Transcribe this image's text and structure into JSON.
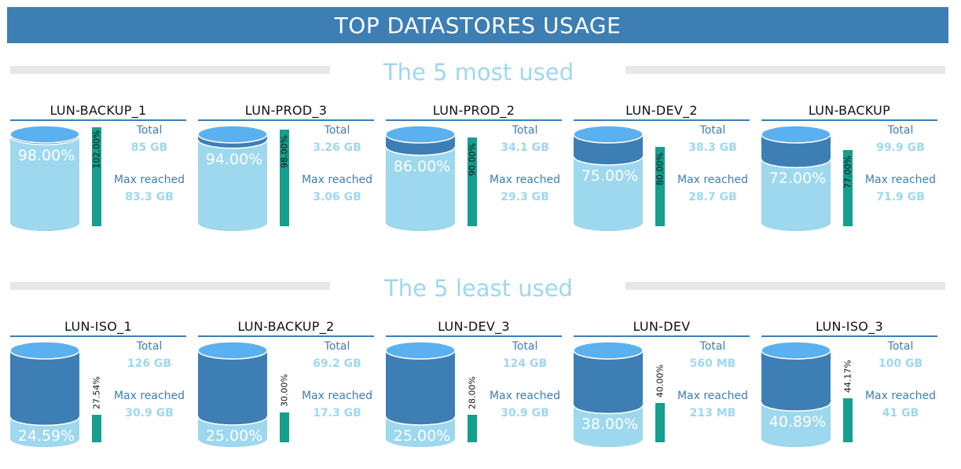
{
  "header": {
    "title": "TOP DATASTORES USAGE"
  },
  "sections": {
    "most": {
      "title": "The 5 most used"
    },
    "least": {
      "title": "The 5 least used"
    }
  },
  "stat_labels": {
    "total": "Total",
    "max": "Max reached"
  },
  "colors": {
    "banner": "#3d7eb4",
    "cylinder_empty": "#3d7eb4",
    "cylinder_filled": "#9dd8ef",
    "cylinder_top": "#5bb0f0",
    "bar": "#169e8e",
    "section_title": "#9dd8ef",
    "stat_label": "#3d7eb4",
    "stat_value": "#9dd8ef"
  },
  "most_used": [
    {
      "name": "LUN-BACKUP_1",
      "used_pct": 98.0,
      "used_label": "98.00%",
      "max_pct": 102.0,
      "max_label": "102.00%",
      "total": "85 GB",
      "max_reached": "83.3 GB"
    },
    {
      "name": "LUN-PROD_3",
      "used_pct": 94.0,
      "used_label": "94.00%",
      "max_pct": 98.0,
      "max_label": "98.00%",
      "total": "3.26 GB",
      "max_reached": "3.06 GB"
    },
    {
      "name": "LUN-PROD_2",
      "used_pct": 86.0,
      "used_label": "86.00%",
      "max_pct": 90.0,
      "max_label": "90.00%",
      "total": "34.1 GB",
      "max_reached": "29.3 GB"
    },
    {
      "name": "LUN-DEV_2",
      "used_pct": 75.0,
      "used_label": "75.00%",
      "max_pct": 80.0,
      "max_label": "80.00%",
      "total": "38.3 GB",
      "max_reached": "28.7 GB"
    },
    {
      "name": "LUN-BACKUP",
      "used_pct": 72.0,
      "used_label": "72.00%",
      "max_pct": 77.0,
      "max_label": "77.00%",
      "total": "99.9 GB",
      "max_reached": "71.9 GB"
    }
  ],
  "least_used": [
    {
      "name": "LUN-ISO_1",
      "used_pct": 24.59,
      "used_label": "24.59%",
      "max_pct": 27.54,
      "max_label": "27.54%",
      "total": "126 GB",
      "max_reached": "30.9 GB"
    },
    {
      "name": "LUN-BACKUP_2",
      "used_pct": 25.0,
      "used_label": "25.00%",
      "max_pct": 30.0,
      "max_label": "30.00%",
      "total": "69.2 GB",
      "max_reached": "17.3 GB"
    },
    {
      "name": "LUN-DEV_3",
      "used_pct": 25.0,
      "used_label": "25.00%",
      "max_pct": 28.0,
      "max_label": "28.00%",
      "total": "124 GB",
      "max_reached": "30.9 GB"
    },
    {
      "name": "LUN-DEV",
      "used_pct": 38.0,
      "used_label": "38.00%",
      "max_pct": 40.0,
      "max_label": "40.00%",
      "total": "560 MB",
      "max_reached": "213 MB"
    },
    {
      "name": "LUN-ISO_3",
      "used_pct": 40.89,
      "used_label": "40.89%",
      "max_pct": 44.17,
      "max_label": "44.17%",
      "total": "100 GB",
      "max_reached": "41 GB"
    }
  ]
}
